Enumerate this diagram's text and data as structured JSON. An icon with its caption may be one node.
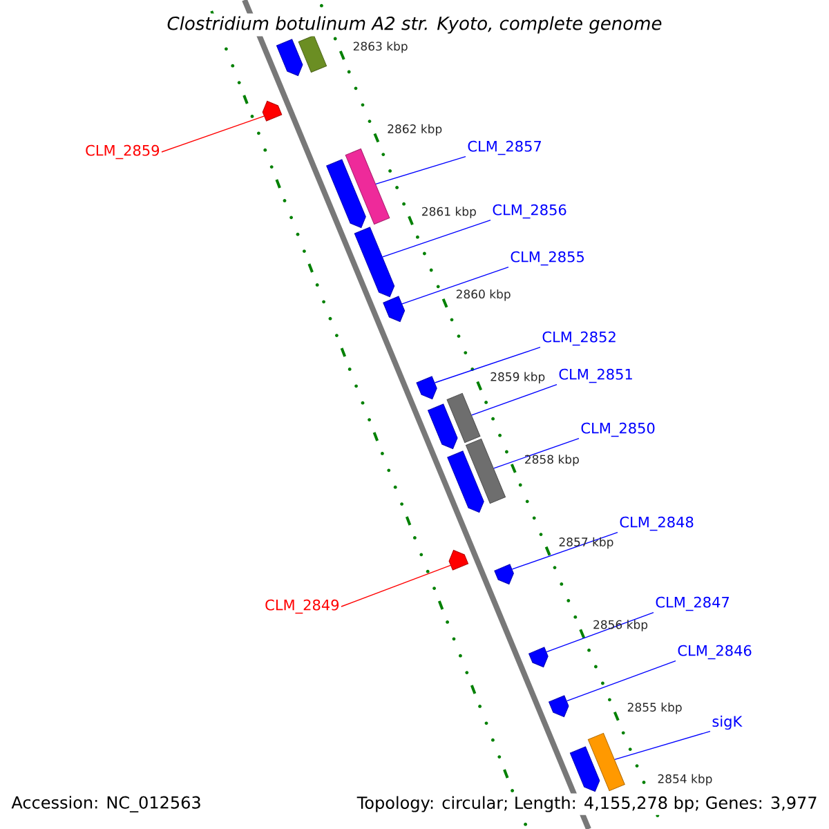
{
  "diagram": {
    "title": "Clostridium botulinum A2 str. Kyoto, complete genome",
    "nodes": [
      {
        "text": [],
        "shape": "pentagon"
      },
      {
        "text": [],
        "shape": "bar"
      },
      {
        "text": [],
        "shape": "pentagon"
      },
      {
        "text": [
          "CLM_2859"
        ]
      },
      {
        "text": [
          "CLM_2857"
        ]
      },
      {
        "text": [],
        "shape": "bar"
      },
      {
        "text": [],
        "shape": "pentagon"
      },
      {
        "text": [
          "CLM_2856"
        ]
      },
      {
        "text": [],
        "shape": "pentagon"
      },
      {
        "text": [
          "CLM_2855"
        ]
      },
      {
        "text": [],
        "shape": "pentagon"
      },
      {
        "text": [
          "CLM_2852"
        ]
      },
      {
        "text": [],
        "shape": "pentagon"
      },
      {
        "text": [
          "CLM_2851"
        ]
      },
      {
        "text": [],
        "shape": "bar"
      },
      {
        "text": [],
        "shape": "pentagon"
      },
      {
        "text": [
          "CLM_2850"
        ]
      },
      {
        "text": [],
        "shape": "bar"
      },
      {
        "text": [],
        "shape": "pentagon"
      },
      {
        "text": [
          "CLM_2849"
        ]
      },
      {
        "text": [],
        "shape": "pentagon"
      },
      {
        "text": [
          "CLM_2848"
        ]
      },
      {
        "text": [],
        "shape": "pentagon"
      },
      {
        "text": [
          "CLM_2847"
        ]
      },
      {
        "text": [],
        "shape": "pentagon"
      },
      {
        "text": [
          "CLM_2846"
        ]
      },
      {
        "text": [],
        "shape": "pentagon"
      },
      {
        "text": [
          "sigK"
        ]
      },
      {
        "text": [],
        "shape": "bar"
      },
      {
        "text": [],
        "shape": "pentagon"
      }
    ],
    "edges": [
      {
        "from": 3,
        "to": 2,
        "arrow": "none",
        "color": "#ff0000"
      },
      {
        "from": 4,
        "to": 5,
        "arrow": "none"
      },
      {
        "from": 7,
        "to": 8,
        "arrow": "none"
      },
      {
        "from": 9,
        "to": 10,
        "arrow": "none"
      },
      {
        "from": 11,
        "to": 12,
        "arrow": "none"
      },
      {
        "from": 13,
        "to": 14,
        "arrow": "none"
      },
      {
        "from": 16,
        "to": 17,
        "arrow": "none"
      },
      {
        "from": 19,
        "to": 20,
        "arrow": "none",
        "color": "#ff0000"
      },
      {
        "from": 21,
        "to": 22,
        "arrow": "none"
      },
      {
        "from": 23,
        "to": 24,
        "arrow": "none"
      },
      {
        "from": 25,
        "to": 26,
        "arrow": "none"
      },
      {
        "from": 27,
        "to": 28,
        "arrow": "none"
      }
    ],
    "labels": [
      "2863 kbp",
      "2862 kbp",
      "2861 kbp",
      "2860 kbp",
      "2859 kbp",
      "2858 kbp",
      "2857 kbp",
      "2856 kbp",
      "2855 kbp",
      "2854 kbp",
      "Accession: NC_012563",
      "Topology: circular; Length: 4,155,278 bp; Genes: 3,977"
    ]
  }
}
